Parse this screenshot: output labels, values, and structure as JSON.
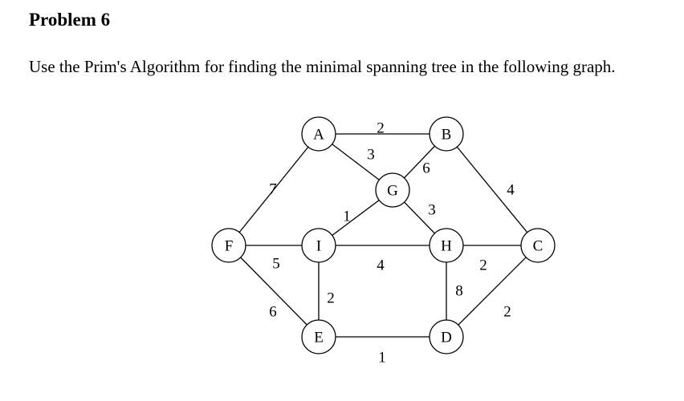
{
  "problem": {
    "title": "Problem 6",
    "instruction": "Use the Prim's Algorithm for finding the minimal spanning tree in the following graph."
  },
  "graph": {
    "nodes": [
      {
        "id": "A",
        "label": "A"
      },
      {
        "id": "B",
        "label": "B"
      },
      {
        "id": "G",
        "label": "G"
      },
      {
        "id": "F",
        "label": "F"
      },
      {
        "id": "I",
        "label": "I"
      },
      {
        "id": "H",
        "label": "H"
      },
      {
        "id": "C",
        "label": "C"
      },
      {
        "id": "E",
        "label": "E"
      },
      {
        "id": "D",
        "label": "D"
      }
    ],
    "edges": [
      {
        "from": "A",
        "to": "B",
        "weight": "2"
      },
      {
        "from": "A",
        "to": "G",
        "weight": "3"
      },
      {
        "from": "G",
        "to": "B",
        "weight": "6"
      },
      {
        "from": "A",
        "to": "F",
        "weight": "7"
      },
      {
        "from": "B",
        "to": "C",
        "weight": "4"
      },
      {
        "from": "G",
        "to": "H",
        "weight": "3"
      },
      {
        "from": "I",
        "to": "G",
        "weight": "1"
      },
      {
        "from": "F",
        "to": "I",
        "weight": "5"
      },
      {
        "from": "I",
        "to": "H",
        "weight": "4"
      },
      {
        "from": "H",
        "to": "C",
        "weight": "2"
      },
      {
        "from": "F",
        "to": "E",
        "weight": "6"
      },
      {
        "from": "I",
        "to": "E",
        "weight": "2"
      },
      {
        "from": "H",
        "to": "D",
        "weight": "8"
      },
      {
        "from": "D",
        "to": "C",
        "weight": "2"
      },
      {
        "from": "E",
        "to": "D",
        "weight": "1"
      }
    ]
  }
}
